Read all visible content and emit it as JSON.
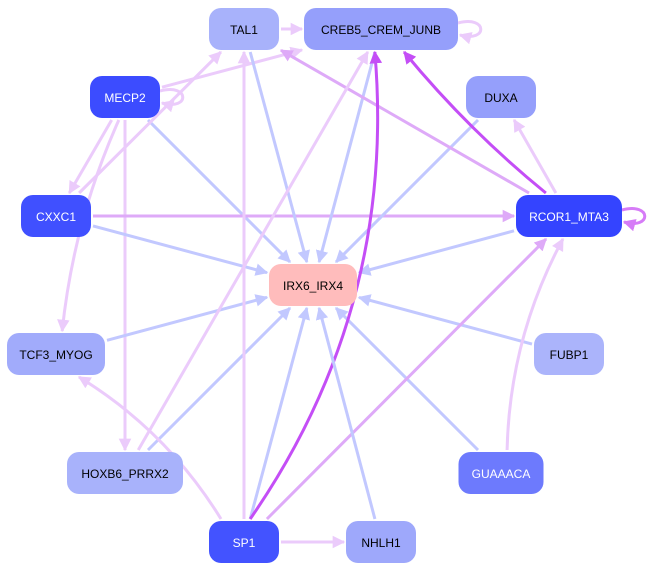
{
  "diagram": {
    "type": "directed-network",
    "center_node": "IRX6_IRX4",
    "edge_colors": {
      "regulates_target": "#c2c8ff",
      "light_pink": "#ebcbfb",
      "medium_pink": "#deaaf8",
      "strong_purple": "#c44ef6",
      "self_loop": "#d67cf7"
    },
    "nodes": [
      {
        "id": "TAL1",
        "label": "TAL1",
        "fill": "#a8b2fb",
        "text_color": "#000000"
      },
      {
        "id": "CREB5_CREM_JUNB",
        "label": "CREB5_CREM_JUNB",
        "fill": "#959ffb",
        "text_color": "#000000"
      },
      {
        "id": "MECP2",
        "label": "MECP2",
        "fill": "#3c4cff",
        "text_color": "#ffffff"
      },
      {
        "id": "DUXA",
        "label": "DUXA",
        "fill": "#959ffb",
        "text_color": "#000000"
      },
      {
        "id": "CXXC1",
        "label": "CXXC1",
        "fill": "#4050ff",
        "text_color": "#ffffff"
      },
      {
        "id": "RCOR1_MTA3",
        "label": "RCOR1_MTA3",
        "fill": "#3444ff",
        "text_color": "#ffffff"
      },
      {
        "id": "IRX6_IRX4",
        "label": "IRX6_IRX4",
        "fill": "#ffbcbc",
        "text_color": "#000000"
      },
      {
        "id": "TCF3_MYOG",
        "label": "TCF3_MYOG",
        "fill": "#a1abfb",
        "text_color": "#000000"
      },
      {
        "id": "FUBP1",
        "label": "FUBP1",
        "fill": "#abb4fb",
        "text_color": "#000000"
      },
      {
        "id": "HOXB6_PRRX2",
        "label": "HOXB6_PRRX2",
        "fill": "#a8b2fb",
        "text_color": "#000000"
      },
      {
        "id": "GUAAACA",
        "label": "GUAAACA",
        "fill": "#6d7afd",
        "text_color": "#ffffff"
      },
      {
        "id": "SP1",
        "label": "SP1",
        "fill": "#4353ff",
        "text_color": "#ffffff"
      },
      {
        "id": "NHLH1",
        "label": "NHLH1",
        "fill": "#9ea8fb",
        "text_color": "#000000"
      }
    ],
    "edges": [
      {
        "from": "TAL1",
        "to": "CREB5_CREM_JUNB",
        "style": "light_pink"
      },
      {
        "from": "CREB5_CREM_JUNB",
        "to": "CREB5_CREM_JUNB",
        "style": "light_pink",
        "self": true
      },
      {
        "from": "MECP2",
        "to": "MECP2",
        "style": "light_pink",
        "self": true
      },
      {
        "from": "RCOR1_MTA3",
        "to": "RCOR1_MTA3",
        "style": "self_loop",
        "self": true
      },
      {
        "from": "MECP2",
        "to": "CREB5_CREM_JUNB",
        "style": "light_pink"
      },
      {
        "from": "MECP2",
        "to": "CXXC1",
        "style": "light_pink"
      },
      {
        "from": "MECP2",
        "to": "TCF3_MYOG",
        "style": "light_pink"
      },
      {
        "from": "MECP2",
        "to": "HOXB6_PRRX2",
        "style": "light_pink"
      },
      {
        "from": "MECP2",
        "to": "IRX6_IRX4",
        "style": "regulates_target"
      },
      {
        "from": "CXXC1",
        "to": "TAL1",
        "style": "light_pink"
      },
      {
        "from": "CXXC1",
        "to": "RCOR1_MTA3",
        "style": "medium_pink"
      },
      {
        "from": "CXXC1",
        "to": "IRX6_IRX4",
        "style": "regulates_target"
      },
      {
        "from": "TAL1",
        "to": "IRX6_IRX4",
        "style": "regulates_target"
      },
      {
        "from": "CREB5_CREM_JUNB",
        "to": "IRX6_IRX4",
        "style": "regulates_target"
      },
      {
        "from": "DUXA",
        "to": "IRX6_IRX4",
        "style": "regulates_target"
      },
      {
        "from": "RCOR1_MTA3",
        "to": "IRX6_IRX4",
        "style": "regulates_target"
      },
      {
        "from": "RCOR1_MTA3",
        "to": "CREB5_CREM_JUNB",
        "style": "strong_purple"
      },
      {
        "from": "RCOR1_MTA3",
        "to": "TAL1",
        "style": "medium_pink"
      },
      {
        "from": "RCOR1_MTA3",
        "to": "DUXA",
        "style": "light_pink"
      },
      {
        "from": "TCF3_MYOG",
        "to": "IRX6_IRX4",
        "style": "regulates_target"
      },
      {
        "from": "FUBP1",
        "to": "IRX6_IRX4",
        "style": "regulates_target"
      },
      {
        "from": "GUAAACA",
        "to": "IRX6_IRX4",
        "style": "regulates_target"
      },
      {
        "from": "GUAAACA",
        "to": "RCOR1_MTA3",
        "style": "light_pink"
      },
      {
        "from": "HOXB6_PRRX2",
        "to": "IRX6_IRX4",
        "style": "regulates_target"
      },
      {
        "from": "HOXB6_PRRX2",
        "to": "CREB5_CREM_JUNB",
        "style": "light_pink"
      },
      {
        "from": "SP1",
        "to": "IRX6_IRX4",
        "style": "regulates_target"
      },
      {
        "from": "SP1",
        "to": "TAL1",
        "style": "light_pink"
      },
      {
        "from": "SP1",
        "to": "CREB5_CREM_JUNB",
        "style": "strong_purple"
      },
      {
        "from": "SP1",
        "to": "RCOR1_MTA3",
        "style": "medium_pink"
      },
      {
        "from": "SP1",
        "to": "TCF3_MYOG",
        "style": "light_pink"
      },
      {
        "from": "SP1",
        "to": "NHLH1",
        "style": "light_pink"
      },
      {
        "from": "NHLH1",
        "to": "IRX6_IRX4",
        "style": "regulates_target"
      }
    ]
  }
}
